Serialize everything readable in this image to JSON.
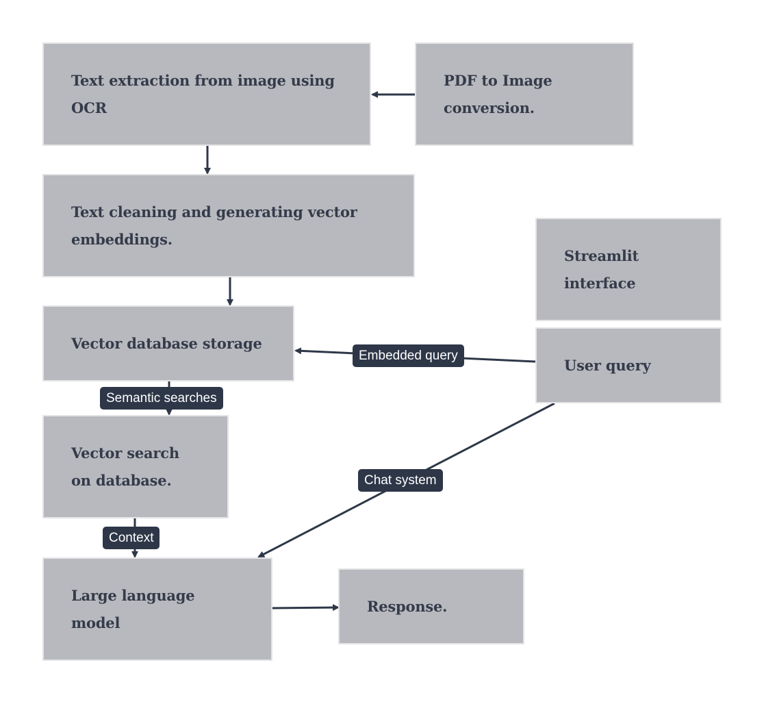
{
  "nodes": {
    "ocr": "Text extraction from image using OCR",
    "pdf": "PDF to Image conversion.",
    "cleaning": "Text cleaning and generating vector embeddings.",
    "streamlit": "Streamlit interface",
    "vectordb": "Vector database storage",
    "userquery": "User query",
    "vectorsearch": "Vector search on database.",
    "llm": "Large language model",
    "response": "Response."
  },
  "edge_labels": {
    "embedded_query": "Embedded query",
    "semantic_searches": "Semantic searches",
    "chat_system": "Chat system",
    "context": "Context"
  },
  "colors": {
    "node_fill": "#b8b9be",
    "node_border": "#e4e4e6",
    "node_text": "#343b4a",
    "edge": "#2e3748",
    "label_bg": "#2e3748",
    "label_text": "#ffffff"
  }
}
